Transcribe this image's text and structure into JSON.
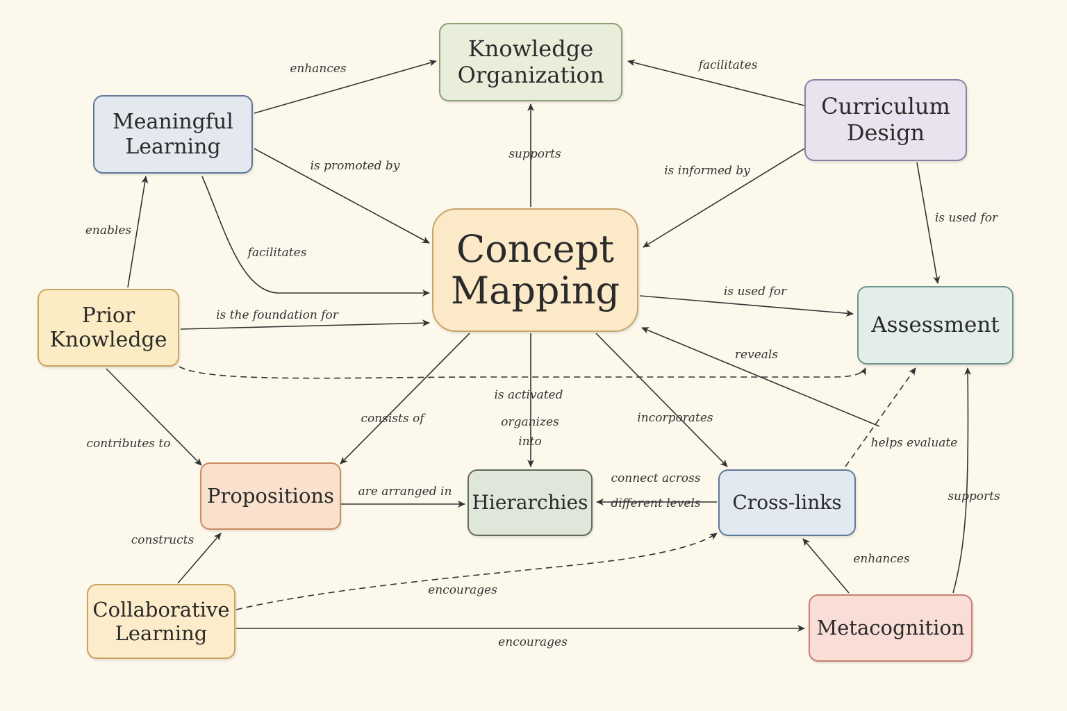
{
  "nodes": [
    {
      "id": "knowledge_org",
      "text": "Knowledge\nOrganization",
      "fill": "#e9eedb",
      "stroke": "#8ea078"
    },
    {
      "id": "meaningful",
      "text": "Meaningful\nLearning",
      "fill": "#e3e9ef",
      "stroke": "#5f7898"
    },
    {
      "id": "curriculum",
      "text": "Curriculum\nDesign",
      "fill": "#e8e3ee",
      "stroke": "#8b7fa5"
    },
    {
      "id": "concept",
      "text": "Concept\nMapping",
      "fill": "#fbe9c7",
      "stroke": "#c9a46a"
    },
    {
      "id": "prior",
      "text": "Prior\nKnowledge",
      "fill": "#fcecc4",
      "stroke": "#c9a45c"
    },
    {
      "id": "assessment",
      "text": "Assessment",
      "fill": "#e3ede9",
      "stroke": "#6f9690"
    },
    {
      "id": "propositions",
      "text": "Propositions",
      "fill": "#f9e1cd",
      "stroke": "#c98a62"
    },
    {
      "id": "hierarchies",
      "text": "Hierarchies",
      "fill": "#e0e7da",
      "stroke": "#5f6e58"
    },
    {
      "id": "crosslinks",
      "text": "Cross-links",
      "fill": "#e3e9f0",
      "stroke": "#5f7898"
    },
    {
      "id": "collaborative",
      "text": "Collaborative\nLearning",
      "fill": "#fcecc9",
      "stroke": "#c9a45c"
    },
    {
      "id": "metacognition",
      "text": "Metacognition",
      "fill": "#f8ded7",
      "stroke": "#c97e72"
    }
  ],
  "edges": [
    {
      "label": "enhances",
      "from": "meaningful",
      "to": "knowledge_org",
      "style": "solid"
    },
    {
      "label": "facilitates",
      "from": "curriculum",
      "to": "knowledge_org",
      "style": "solid"
    },
    {
      "label": "supports",
      "from": "concept",
      "to": "knowledge_org",
      "style": "solid"
    },
    {
      "label": "is promoted by",
      "from": "meaningful",
      "to": "concept",
      "style": "solid"
    },
    {
      "label": "is informed by",
      "from": "curriculum",
      "to": "concept",
      "style": "solid"
    },
    {
      "label": "is used for",
      "from": "curriculum",
      "to": "assessment",
      "style": "solid"
    },
    {
      "label": "enables",
      "from": "prior",
      "to": "meaningful",
      "style": "solid"
    },
    {
      "label": "facilitates",
      "from": "meaningful",
      "to": "concept",
      "style": "solid"
    },
    {
      "label": "is the foundation for",
      "from": "prior",
      "to": "concept",
      "style": "solid"
    },
    {
      "label": "is used for",
      "from": "concept",
      "to": "assessment",
      "style": "solid"
    },
    {
      "label": "is activated",
      "from": "prior",
      "to": "assessment",
      "style": "dashed"
    },
    {
      "label": "reveals",
      "from": "metacognition",
      "to": "concept",
      "style": "solid"
    },
    {
      "label": "contributes to",
      "from": "prior",
      "to": "propositions",
      "style": "solid"
    },
    {
      "label": "consists of",
      "from": "concept",
      "to": "propositions",
      "style": "solid"
    },
    {
      "label": "organizes\ninto",
      "from": "concept",
      "to": "hierarchies",
      "style": "solid"
    },
    {
      "label": "incorporates",
      "from": "concept",
      "to": "crosslinks",
      "style": "solid"
    },
    {
      "label": "helps evaluate",
      "from": "crosslinks",
      "to": "assessment",
      "style": "dashed"
    },
    {
      "label": "are arranged in",
      "from": "propositions",
      "to": "hierarchies",
      "style": "solid"
    },
    {
      "label": "connect across\ndifferent levels",
      "from": "crosslinks",
      "to": "hierarchies",
      "style": "solid"
    },
    {
      "label": "supports",
      "from": "metacognition",
      "to": "assessment",
      "style": "solid"
    },
    {
      "label": "constructs",
      "from": "collaborative",
      "to": "propositions",
      "style": "solid"
    },
    {
      "label": "enhances",
      "from": "metacognition",
      "to": "crosslinks",
      "style": "solid"
    },
    {
      "label": "encourages",
      "from": "collaborative",
      "to": "crosslinks",
      "style": "dashed"
    },
    {
      "label": "encourages",
      "from": "collaborative",
      "to": "metacognition",
      "style": "solid"
    }
  ]
}
